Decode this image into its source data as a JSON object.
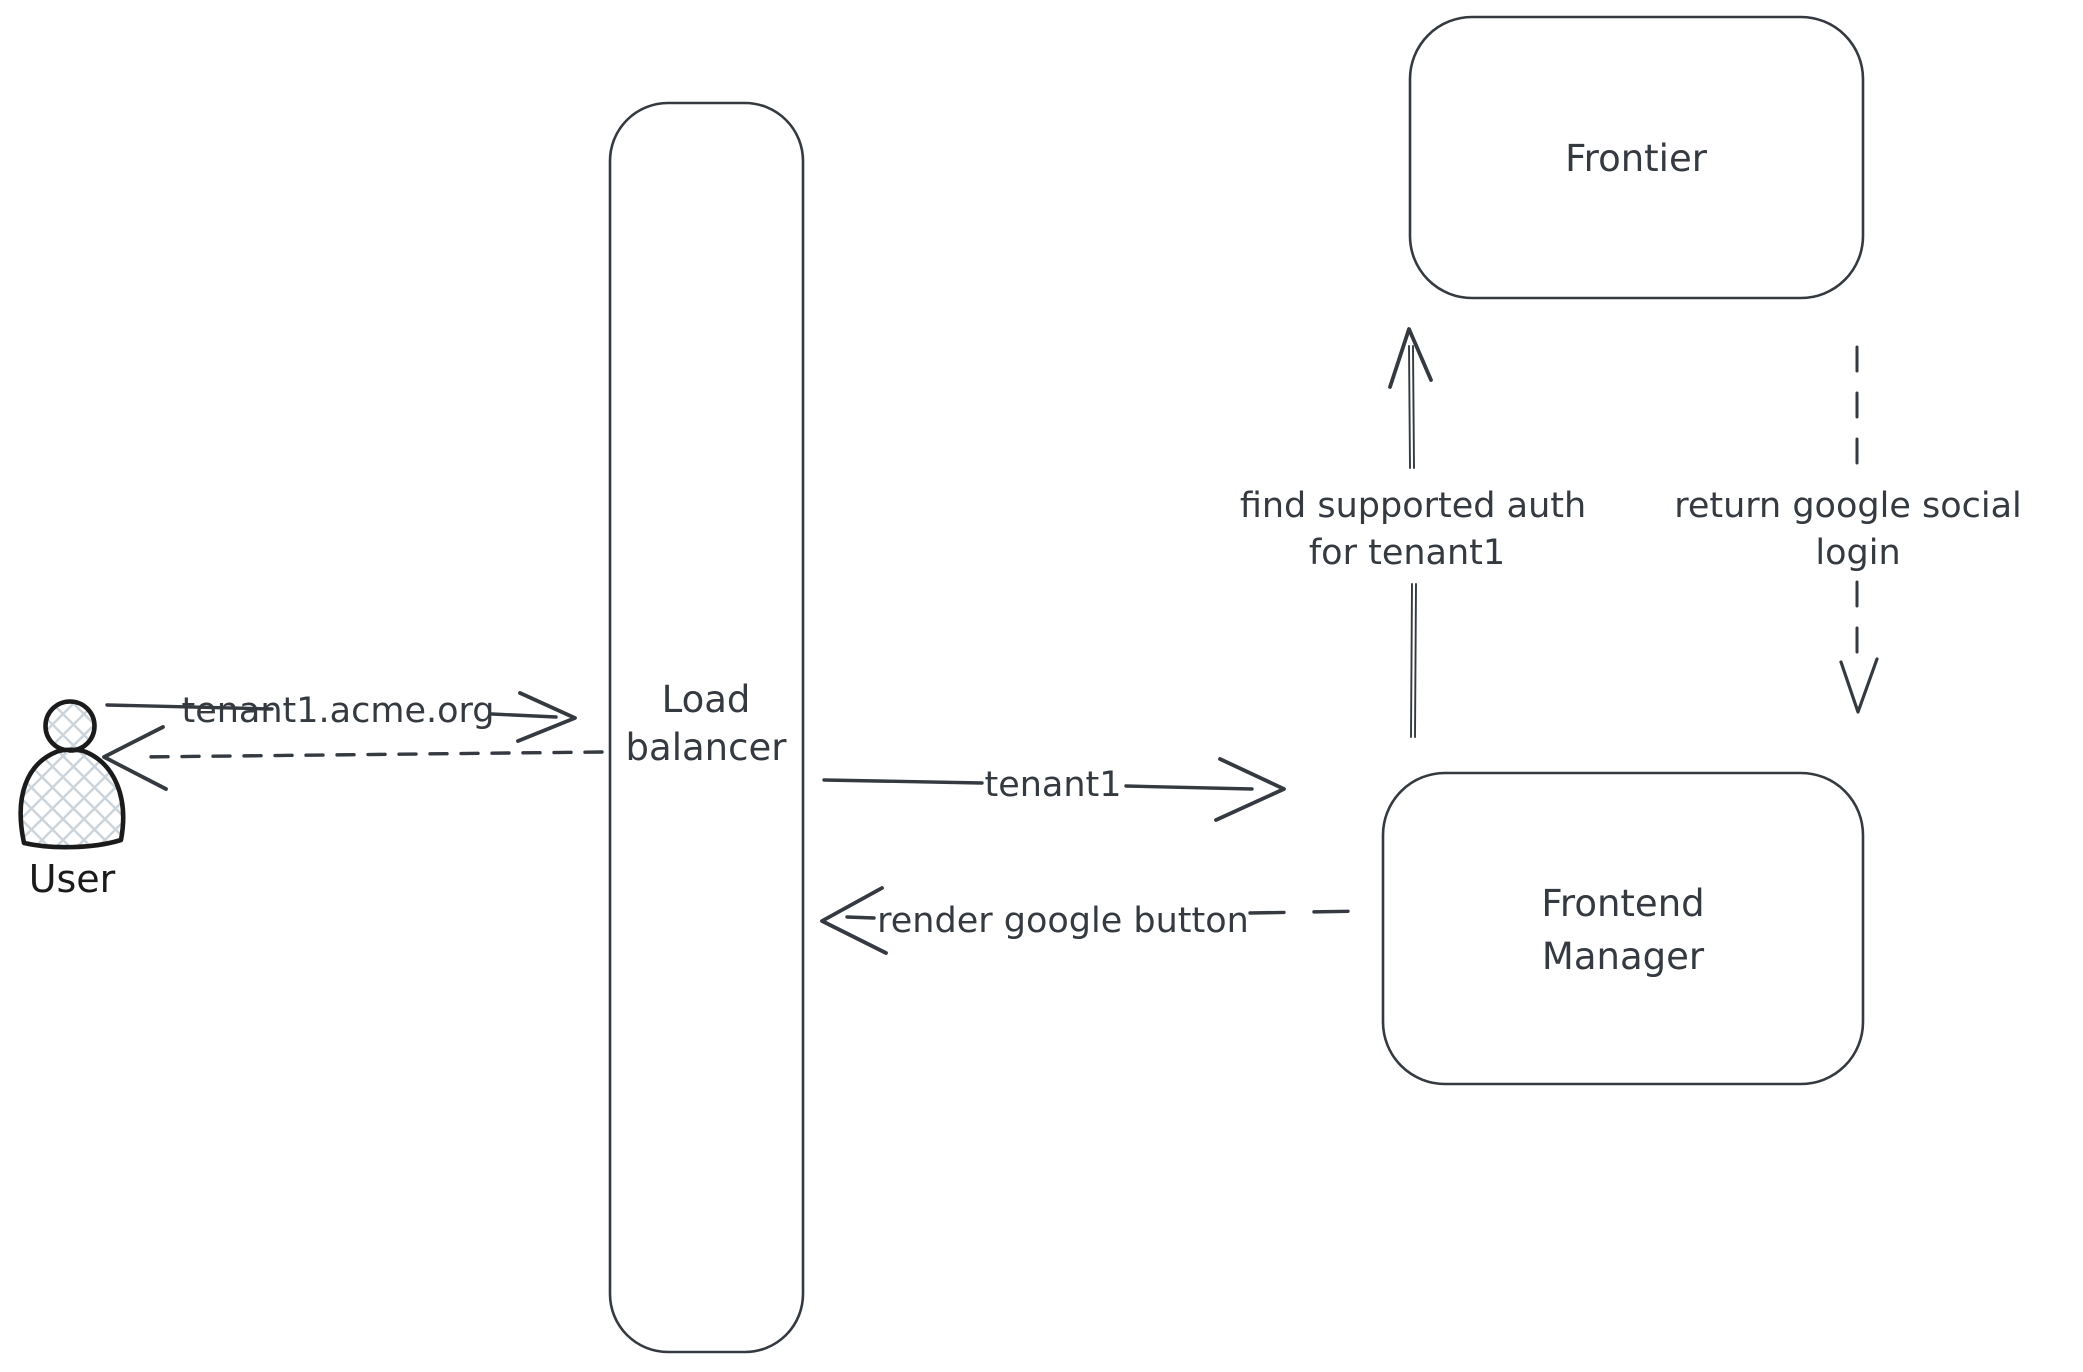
{
  "diagram": {
    "nodes": {
      "user": {
        "label": "User"
      },
      "load_balancer": {
        "line1": "Load",
        "line2": "balancer"
      },
      "frontier": {
        "label": "Frontier"
      },
      "frontend_manager": {
        "line1": "Frontend",
        "line2": "Manager"
      }
    },
    "arrows": {
      "user_to_load_balancer": {
        "label": "tenant1.acme.org",
        "style": "solid"
      },
      "load_balancer_to_user": {
        "label": "",
        "style": "dashed"
      },
      "load_balancer_to_frontend_manager": {
        "label": "tenant1",
        "style": "solid"
      },
      "frontend_manager_to_load_balancer": {
        "label": "render google button",
        "style": "dashed"
      },
      "frontend_manager_to_frontier": {
        "line1": "find supported auth",
        "line2": "for tenant1",
        "style": "solid"
      },
      "frontier_to_frontend_manager": {
        "line1": "return google social",
        "line2": "login",
        "style": "dashed"
      }
    },
    "colors": {
      "stroke": "#343a40",
      "actor_stroke": "#1b1b1b",
      "hatch_fill": "#ccd4db",
      "background": "#ffffff"
    }
  }
}
